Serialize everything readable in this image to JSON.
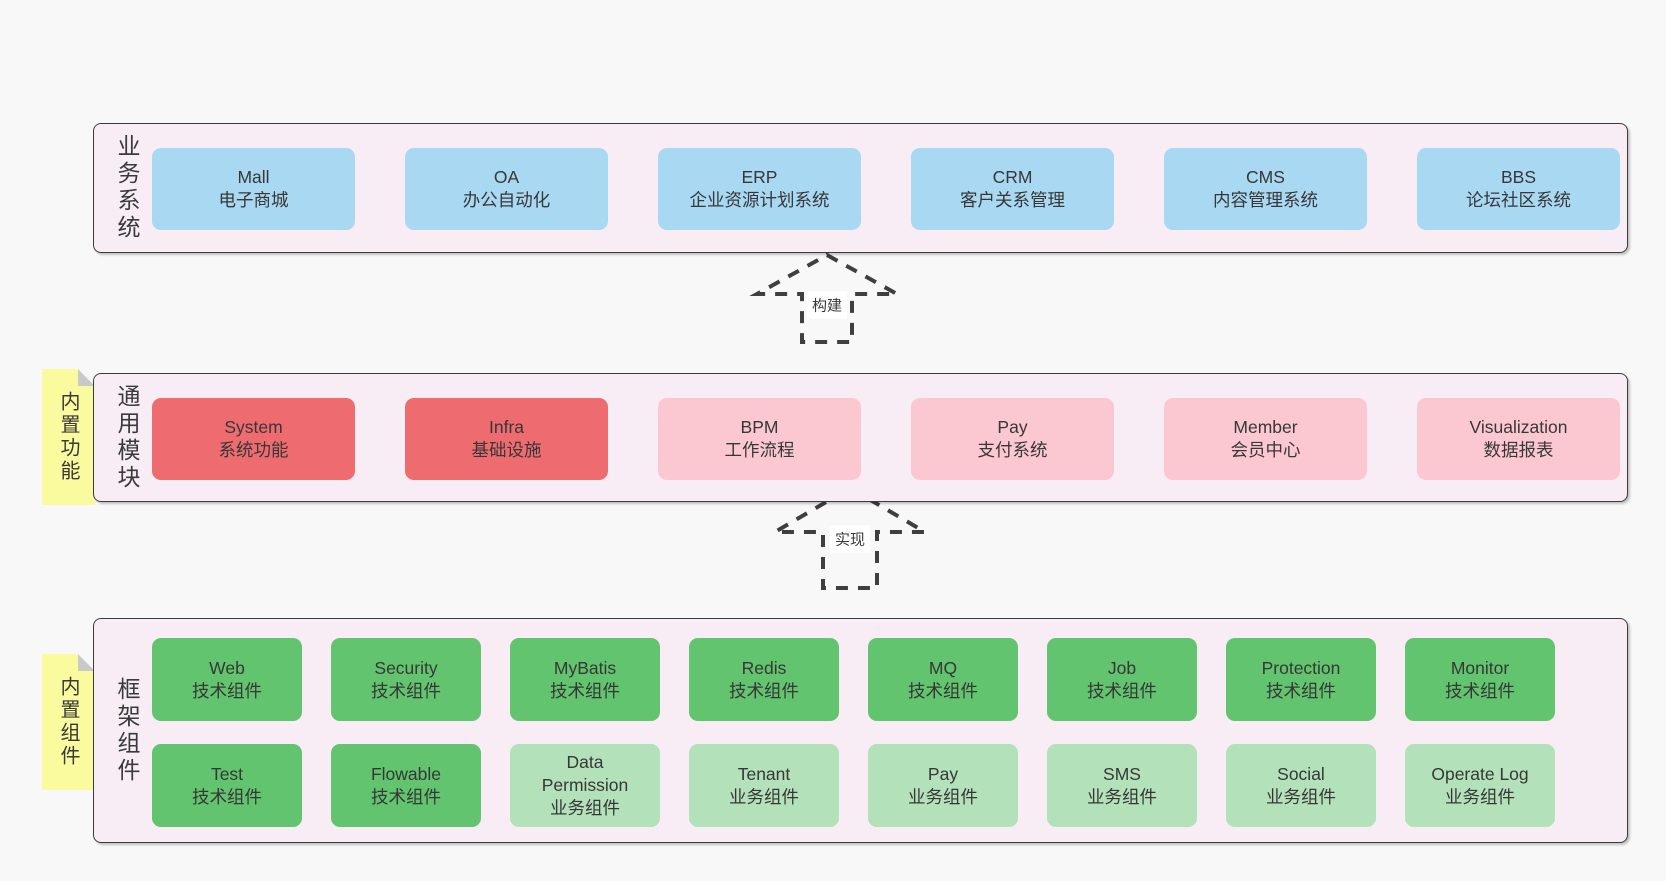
{
  "diagram": {
    "layers": [
      {
        "label": "业务系统",
        "boxes": [
          {
            "title": "Mall",
            "subtitle": "电子商城"
          },
          {
            "title": "OA",
            "subtitle": "办公自动化"
          },
          {
            "title": "ERP",
            "subtitle": "企业资源计划系统"
          },
          {
            "title": "CRM",
            "subtitle": "客户关系管理"
          },
          {
            "title": "CMS",
            "subtitle": "内容管理系统"
          },
          {
            "title": "BBS",
            "subtitle": "论坛社区系统"
          }
        ]
      },
      {
        "label": "通用模块",
        "sticky": "内置功能",
        "boxes": [
          {
            "title": "System",
            "subtitle": "系统功能"
          },
          {
            "title": "Infra",
            "subtitle": "基础设施"
          },
          {
            "title": "BPM",
            "subtitle": "工作流程"
          },
          {
            "title": "Pay",
            "subtitle": "支付系统"
          },
          {
            "title": "Member",
            "subtitle": "会员中心"
          },
          {
            "title": "Visualization",
            "subtitle": "数据报表"
          }
        ]
      },
      {
        "label": "框架组件",
        "sticky": "内置组件",
        "rows": [
          [
            {
              "title": "Web",
              "subtitle": "技术组件"
            },
            {
              "title": "Security",
              "subtitle": "技术组件"
            },
            {
              "title": "MyBatis",
              "subtitle": "技术组件"
            },
            {
              "title": "Redis",
              "subtitle": "技术组件"
            },
            {
              "title": "MQ",
              "subtitle": "技术组件"
            },
            {
              "title": "Job",
              "subtitle": "技术组件"
            },
            {
              "title": "Protection",
              "subtitle": "技术组件"
            },
            {
              "title": "Monitor",
              "subtitle": "技术组件"
            }
          ],
          [
            {
              "title": "Test",
              "subtitle": "技术组件"
            },
            {
              "title": "Flowable",
              "subtitle": "技术组件"
            },
            {
              "title": "Data Permission",
              "subtitle": "业务组件"
            },
            {
              "title": "Tenant",
              "subtitle": "业务组件"
            },
            {
              "title": "Pay",
              "subtitle": "业务组件"
            },
            {
              "title": "SMS",
              "subtitle": "业务组件"
            },
            {
              "title": "Social",
              "subtitle": "业务组件"
            },
            {
              "title": "Operate Log",
              "subtitle": "业务组件"
            }
          ]
        ]
      }
    ],
    "arrows": [
      {
        "label": "构建"
      },
      {
        "label": "实现"
      }
    ],
    "colors": {
      "page_background": "#f8f8f8",
      "band_background": "#f8edf5",
      "band_border": "#3b3b3b",
      "business_box": "#a9d8f2",
      "module_core_box": "#ee6b70",
      "module_ext_box": "#fbc8d2",
      "tech_component_box": "#62c46e",
      "biz_component_box": "#b3e1b9",
      "sticky_note": "#fafa9e",
      "text": "#3a3a3a"
    }
  }
}
